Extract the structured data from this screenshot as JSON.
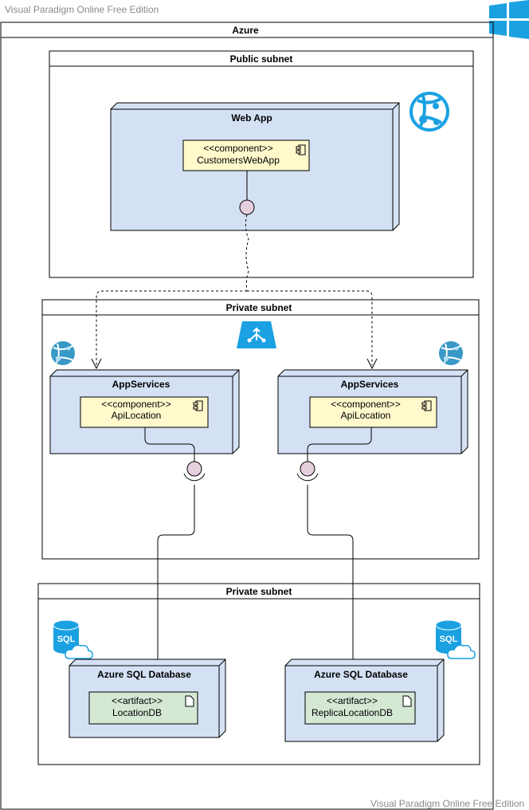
{
  "watermark": {
    "top": "Visual Paradigm Online Free Edition",
    "bottom": "Visual Paradigm Online Free Edition"
  },
  "azure": {
    "title": "Azure"
  },
  "public_subnet": {
    "title": "Public subnet",
    "web_app": {
      "title": "Web App",
      "component": {
        "stereotype": "<<component>>",
        "name": "CustomersWebApp"
      }
    }
  },
  "private_subnet_1": {
    "title": "Private subnet",
    "app_services": [
      {
        "title": "AppServices",
        "component": {
          "stereotype": "<<component>>",
          "name": "ApiLocation"
        }
      },
      {
        "title": "AppServices",
        "component": {
          "stereotype": "<<component>>",
          "name": "ApiLocation"
        }
      }
    ]
  },
  "private_subnet_2": {
    "title": "Private subnet",
    "databases": [
      {
        "title": "Azure SQL Database",
        "artifact": {
          "stereotype": "<<artifact>>",
          "name": "LocationDB"
        }
      },
      {
        "title": "Azure SQL Database",
        "artifact": {
          "stereotype": "<<artifact>>",
          "name": "ReplicaLocationDB"
        }
      }
    ]
  },
  "icons": {
    "sql_label": "SQL",
    "colors": {
      "azure_blue": "#1ba1e2",
      "icon_blue": "#3999c6",
      "node_fill": "#d4e1f5",
      "component_fill": "#fff9cc",
      "artifact_fill": "#d5e8d4",
      "interface_fill": "#e6d0de"
    }
  }
}
